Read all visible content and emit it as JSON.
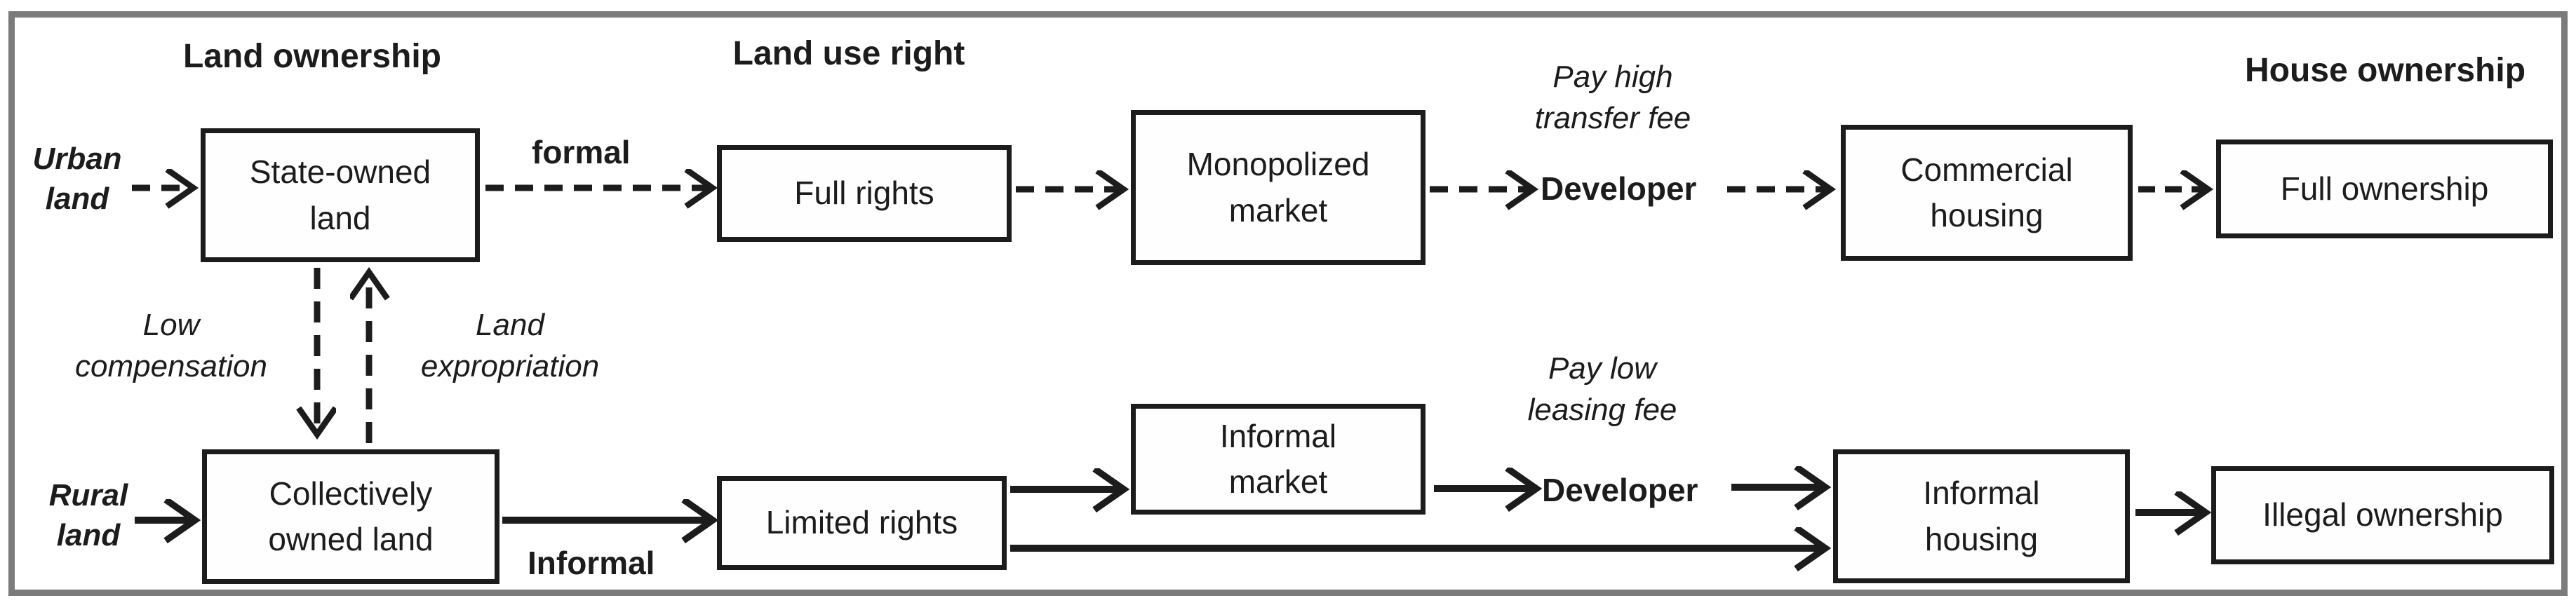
{
  "headers": {
    "land_ownership": "Land ownership",
    "land_use_right": "Land use right",
    "house_ownership": "House ownership"
  },
  "inputs": {
    "urban_land": "Urban land",
    "rural_land": "Rural land"
  },
  "boxes": {
    "state_owned_land": "State-owned land",
    "full_rights": "Full rights",
    "monopolized_market": "Monopolized market",
    "commercial_housing": "Commercial housing",
    "full_ownership": "Full ownership",
    "collectively_owned_land": "Collectively owned land",
    "limited_rights": "Limited rights",
    "informal_market": "Informal market",
    "informal_housing": "Informal housing",
    "illegal_ownership": "Illegal ownership"
  },
  "labels": {
    "formal": "formal",
    "informal": "Informal",
    "low_compensation": "Low compensation",
    "land_expropriation": "Land expropriation",
    "pay_high_transfer_fee": "Pay high transfer fee",
    "pay_low_leasing_fee": "Pay low leasing fee",
    "developer_top": "Developer",
    "developer_bottom": "Developer"
  },
  "colors": {
    "ink": "#1c1c1c",
    "frame": "#7b7b7b",
    "background": "#ffffff"
  }
}
